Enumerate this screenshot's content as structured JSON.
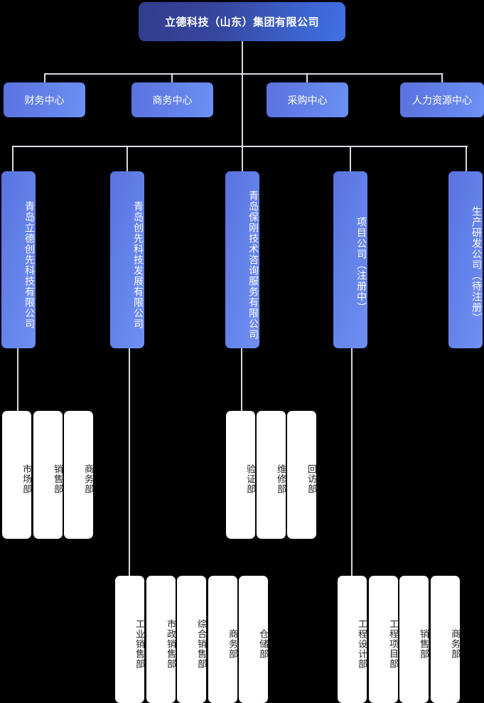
{
  "diagram": {
    "title": "立德科技（山东）集团有限公司",
    "type": "org-chart",
    "orientation": "top-down",
    "colors": {
      "root_gradient_start": "#313d8e",
      "root_gradient_end": "#4070e4",
      "node_gradient_start": "#5a72df",
      "node_gradient_end": "#708ff2",
      "dept_background": "#ffffff",
      "dept_text": "#222222",
      "connector": "#e8eaf6",
      "canvas_background": "#000000"
    }
  },
  "root": {
    "label": "立德科技（山东）集团有限公司"
  },
  "centers": [
    {
      "label": "财务中心"
    },
    {
      "label": "商务中心"
    },
    {
      "label": "采购中心"
    },
    {
      "label": "人力资源中心"
    }
  ],
  "companies": [
    {
      "label": "青岛立德创先科技有限公司"
    },
    {
      "label": "青岛创先科技发展有限公司"
    },
    {
      "label": "青岛保刚技术咨询服务有限公司"
    },
    {
      "label": "项目公司（注册中）"
    },
    {
      "label": "生产研发公司（待注册）"
    }
  ],
  "departments": {
    "group_lidechuangxian": [
      {
        "label": "市场部"
      },
      {
        "label": "销售部"
      },
      {
        "label": "商务部"
      }
    ],
    "group_chuangxian": [
      {
        "label": "工业销售部"
      },
      {
        "label": "市政销售部"
      },
      {
        "label": "综合销售部"
      },
      {
        "label": "商务部"
      },
      {
        "label": "仓储部"
      }
    ],
    "group_baogang": [
      {
        "label": "验证部"
      },
      {
        "label": "维修部"
      },
      {
        "label": "回访部"
      }
    ],
    "group_project": [
      {
        "label": "工程设计部"
      },
      {
        "label": "工程项目部"
      },
      {
        "label": "销售部"
      },
      {
        "label": "商务部"
      }
    ]
  }
}
